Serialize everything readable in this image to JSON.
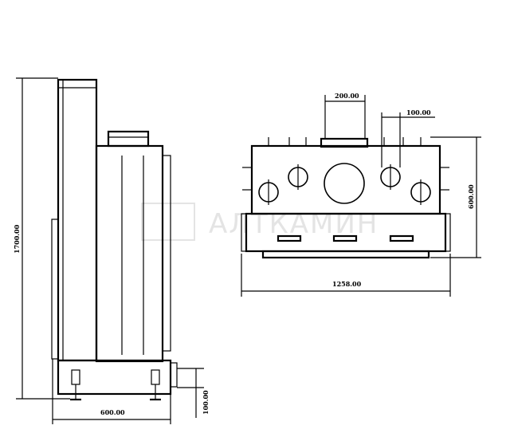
{
  "drawing": {
    "watermark": "АЛТКАМИН",
    "side_view": {
      "height_label": "1700.00",
      "depth_label": "600.00",
      "leg_label": "100.00"
    },
    "front_view": {
      "width_label": "1258.00",
      "height_label": "600.00",
      "top_outlet_label": "200.00",
      "small_outlet_label": "100.00"
    }
  }
}
